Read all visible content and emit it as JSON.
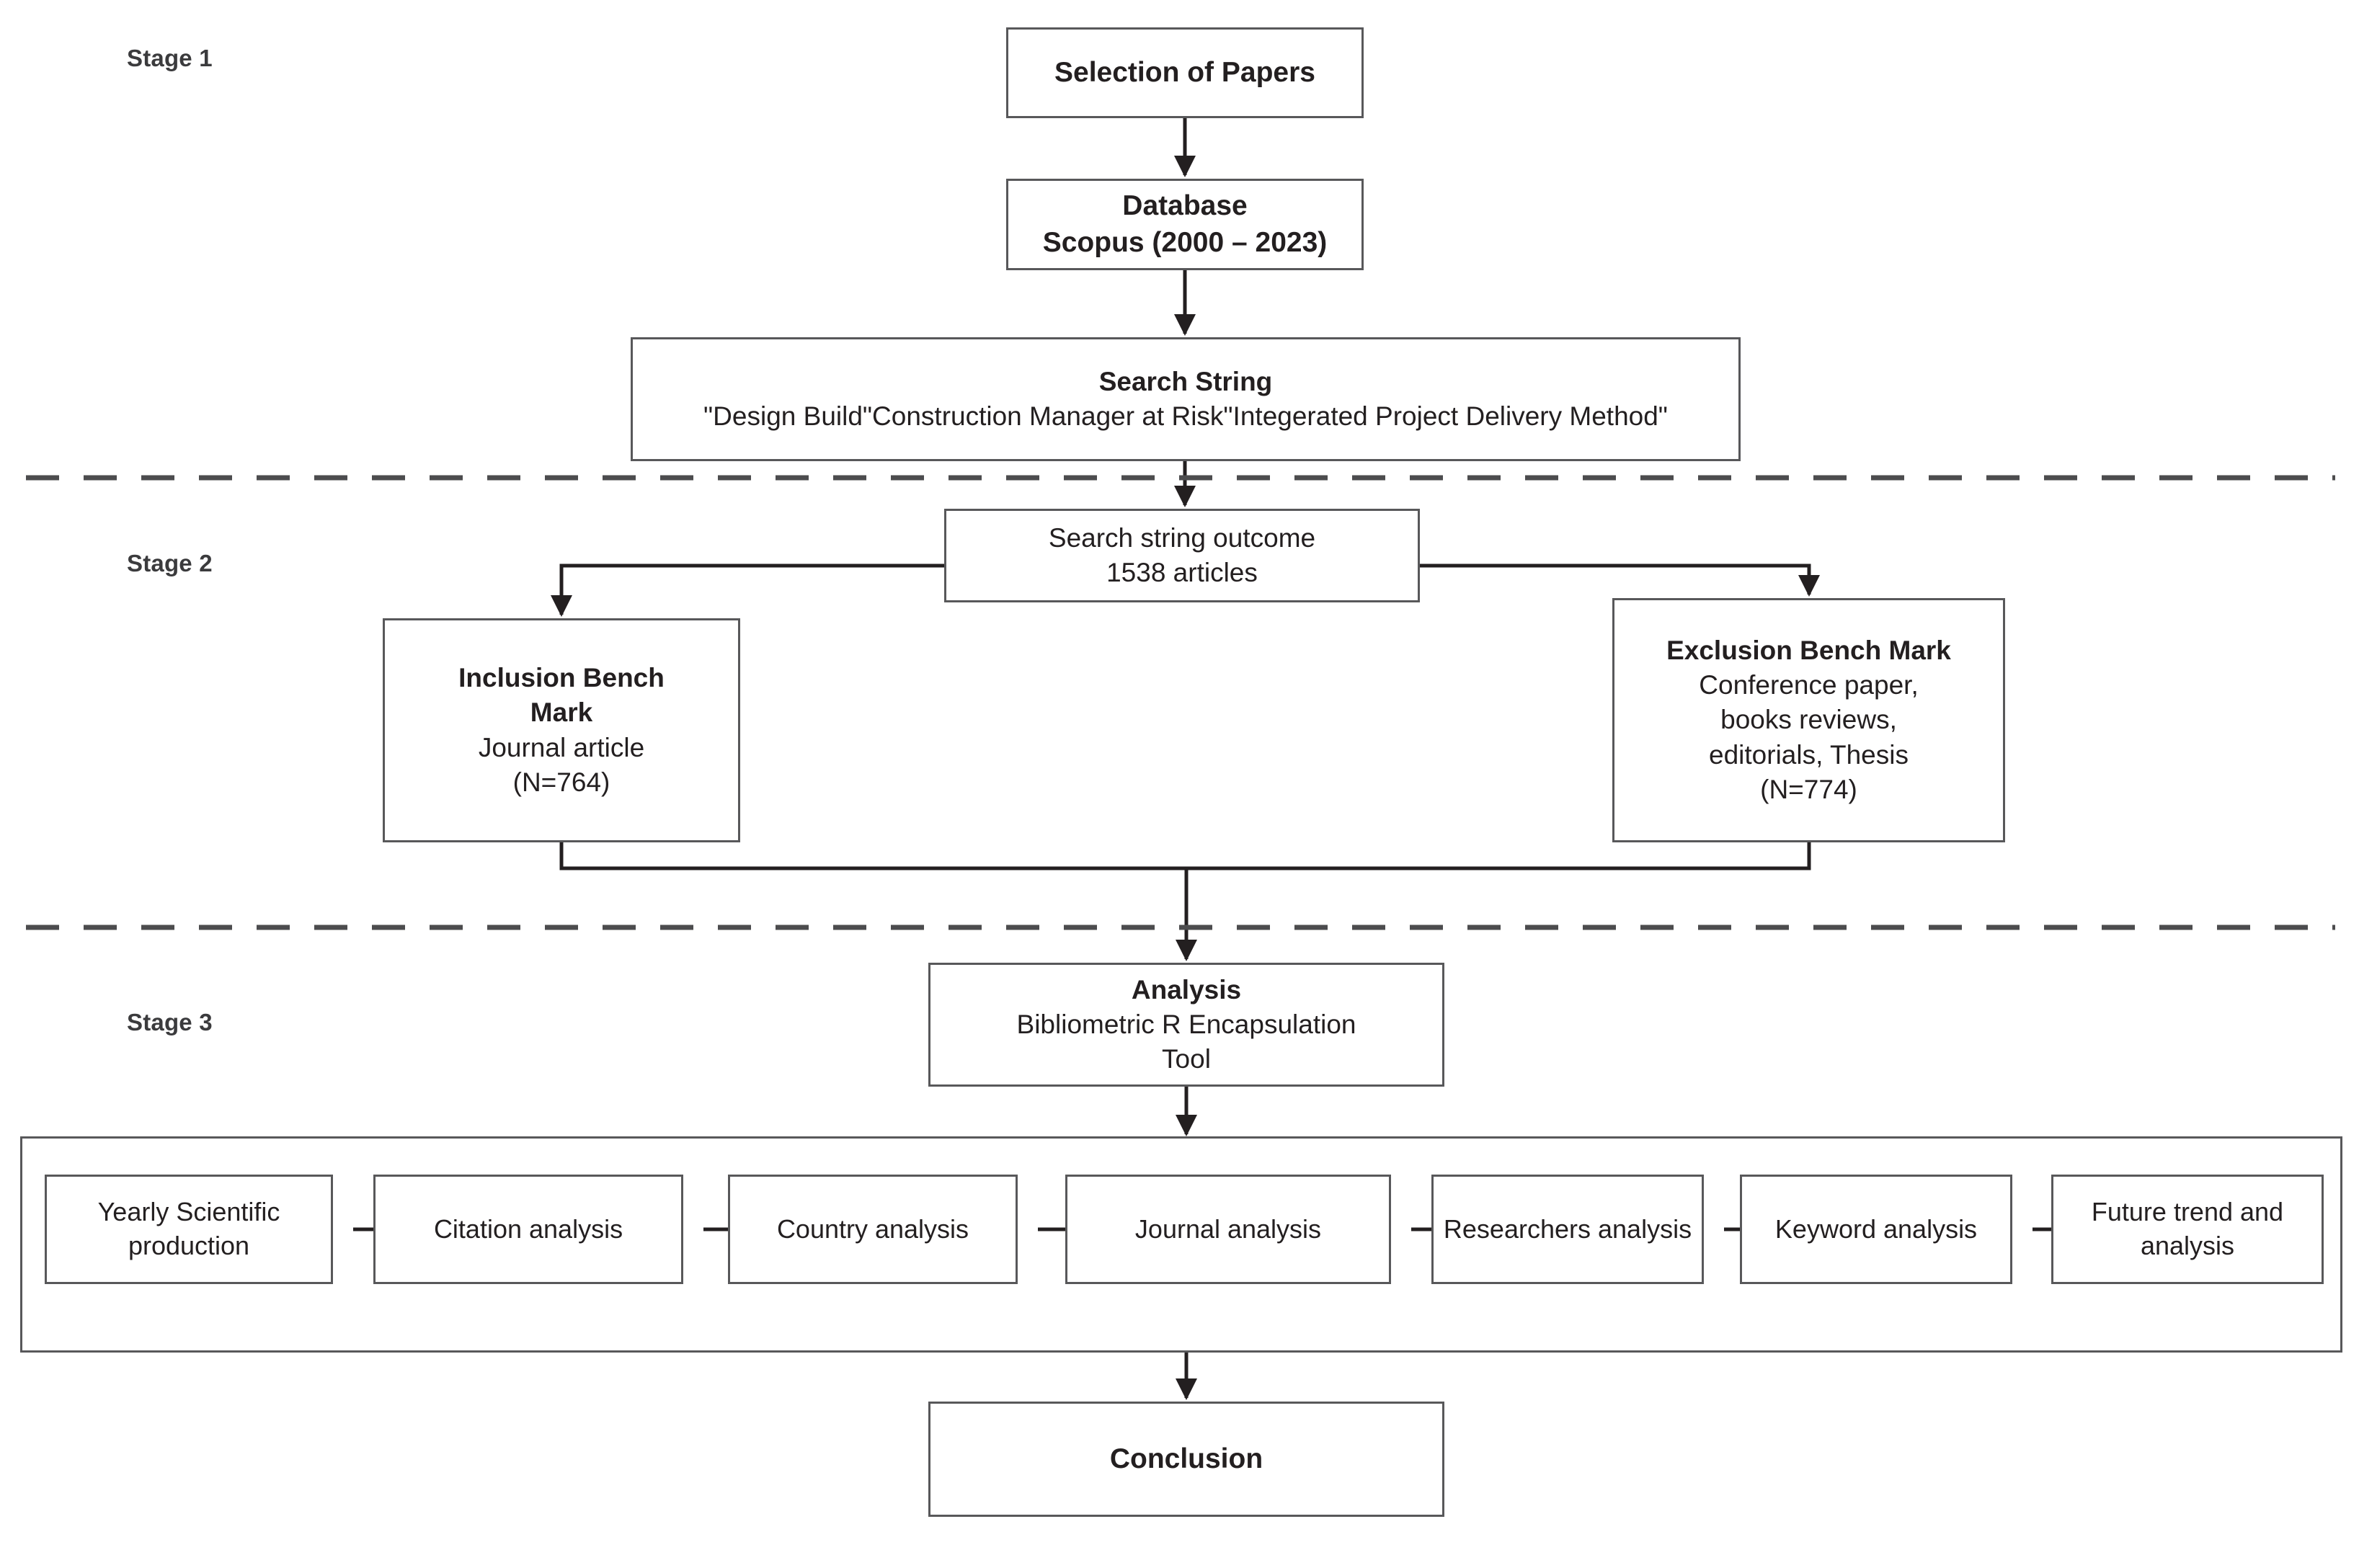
{
  "diagram": {
    "title": "Selection of Papers research methodology flowchart",
    "colors": {
      "box_border": "#58585a",
      "text": "#231f20",
      "stage_label": "#3b3b3d",
      "connector": "#231f20",
      "background": "#ffffff"
    }
  },
  "stages": [
    {
      "label": "Stage 1"
    },
    {
      "label": "Stage 2"
    },
    {
      "label": "Stage 3"
    }
  ],
  "nodes": {
    "selection": {
      "line1": "Selection of Papers"
    },
    "database": {
      "line1": "Database",
      "line2": "Scopus (2000 – 2023)"
    },
    "search_string": {
      "line1": "Search String",
      "line2": "\"Design Build\"Construction Manager at Risk\"Integerated Project Delivery Method\""
    },
    "outcome": {
      "line1": "Search string outcome",
      "line2": "1538 articles"
    },
    "inclusion": {
      "line1": "Inclusion Bench",
      "line2": "Mark",
      "line3": "Journal article",
      "line4": "(N=764)"
    },
    "exclusion": {
      "line1": "Exclusion Bench Mark",
      "line2": "Conference paper,",
      "line3": "books reviews,",
      "line4": "editorials, Thesis",
      "line5": "(N=774)"
    },
    "analysis": {
      "line1": "Analysis",
      "line2": "Bibliometric R Encapsulation",
      "line3": "Tool"
    },
    "conclusion": {
      "line1": "Conclusion"
    }
  },
  "pipeline": [
    {
      "line1": "Yearly Scientific",
      "line2": "production"
    },
    {
      "line1": "Citation analysis",
      "line2": ""
    },
    {
      "line1": "Country analysis",
      "line2": ""
    },
    {
      "line1": "Journal analysis",
      "line2": ""
    },
    {
      "line1": "Researchers",
      "line2": "analysis"
    },
    {
      "line1": "Keyword",
      "line2": "analysis"
    },
    {
      "line1": "Future trend",
      "line2": "and analysis"
    }
  ]
}
